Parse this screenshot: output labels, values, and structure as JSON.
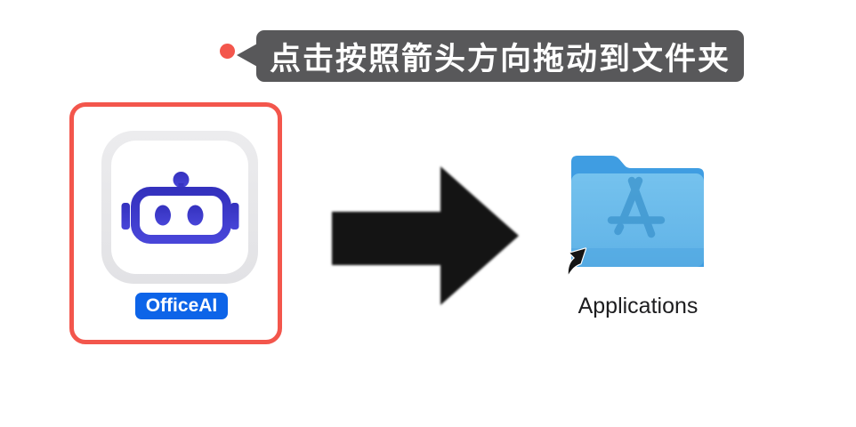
{
  "callout": {
    "text": "点击按照箭头方向拖动到文件夹",
    "bubble_color": "#58585a",
    "text_color": "#ffffff",
    "dot_color": "#f3564c"
  },
  "app": {
    "label": "OfficeAI",
    "label_pill_color": "#0d64e8",
    "label_text_color": "#ffffff",
    "highlight_box_color": "#f3564c",
    "robot_color": "#3b38cc",
    "icon": "robot-icon"
  },
  "arrow": {
    "direction": "right",
    "color": "#141414",
    "icon": "right-arrow-icon"
  },
  "destination": {
    "label": "Applications",
    "label_color": "#1d1d1f",
    "folder_front_color": "#6cbce9",
    "folder_back_color": "#3f9de2",
    "glyph_color": "#3e96cf",
    "icon": "applications-folder-icon",
    "badge": "drag-cursor-icon"
  }
}
